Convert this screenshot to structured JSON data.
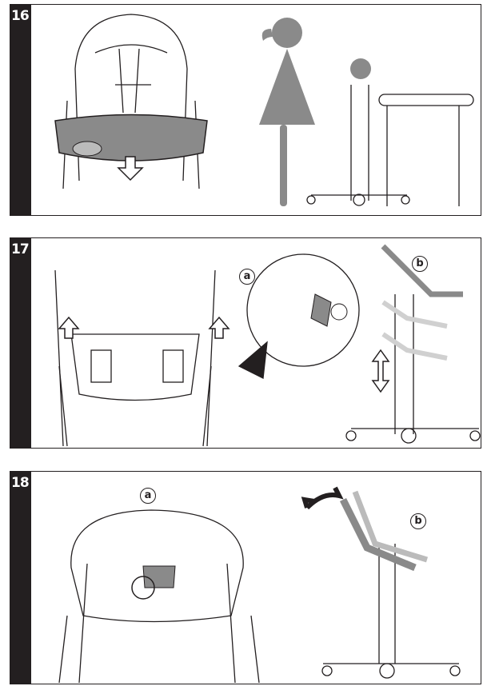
{
  "steps": [
    {
      "number": "16"
    },
    {
      "number": "17",
      "labels": [
        "a",
        "b"
      ]
    },
    {
      "number": "18",
      "labels": [
        "a",
        "b"
      ]
    }
  ],
  "colors": {
    "ink": "#231f20",
    "grey": "#8a8a8a",
    "light": "#d0d0d0"
  }
}
